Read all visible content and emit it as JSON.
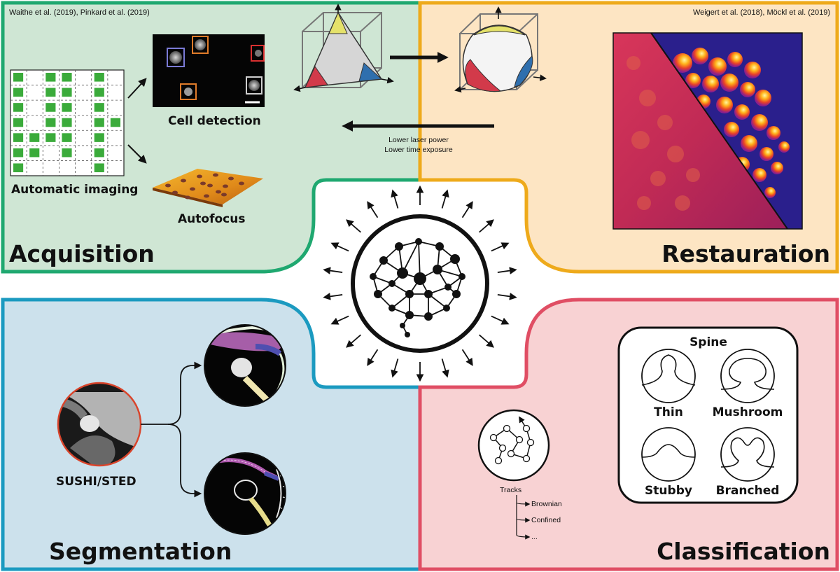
{
  "colors": {
    "acquisition_bg": "#cfe6d4",
    "acquisition_border": "#1fa870",
    "restauration_bg": "#fde5c3",
    "restauration_border": "#eeaa1b",
    "segmentation_bg": "#cce1ec",
    "segmentation_border": "#1b9ac0",
    "classification_bg": "#f8d2d3",
    "classification_border": "#e04e64",
    "grid_cell": "#3bab3b"
  },
  "acquisition": {
    "title": "Acquisition",
    "citation": "Waithe et al. (2019), Pinkard et al. (2019)",
    "automatic_imaging": "Automatic imaging",
    "cell_detection": "Cell detection",
    "autofocus": "Autofocus"
  },
  "restauration": {
    "title": "Restauration",
    "citation": "Weigert et al. (2018), Möckl et al. (2019)",
    "arrow_label_line1": "Lower laser power",
    "arrow_label_line2": "Lower time exposure"
  },
  "segmentation": {
    "title": "Segmentation",
    "source_label": "SUSHI/STED"
  },
  "classification": {
    "title": "Classification",
    "tracks_label": "Tracks",
    "track_types": [
      "Brownian",
      "Confined",
      "..."
    ],
    "spine_title": "Spine",
    "spine_types": [
      "Thin",
      "Mushroom",
      "Stubby",
      "Branched"
    ]
  },
  "center": {
    "icon": "brain-network-icon"
  }
}
